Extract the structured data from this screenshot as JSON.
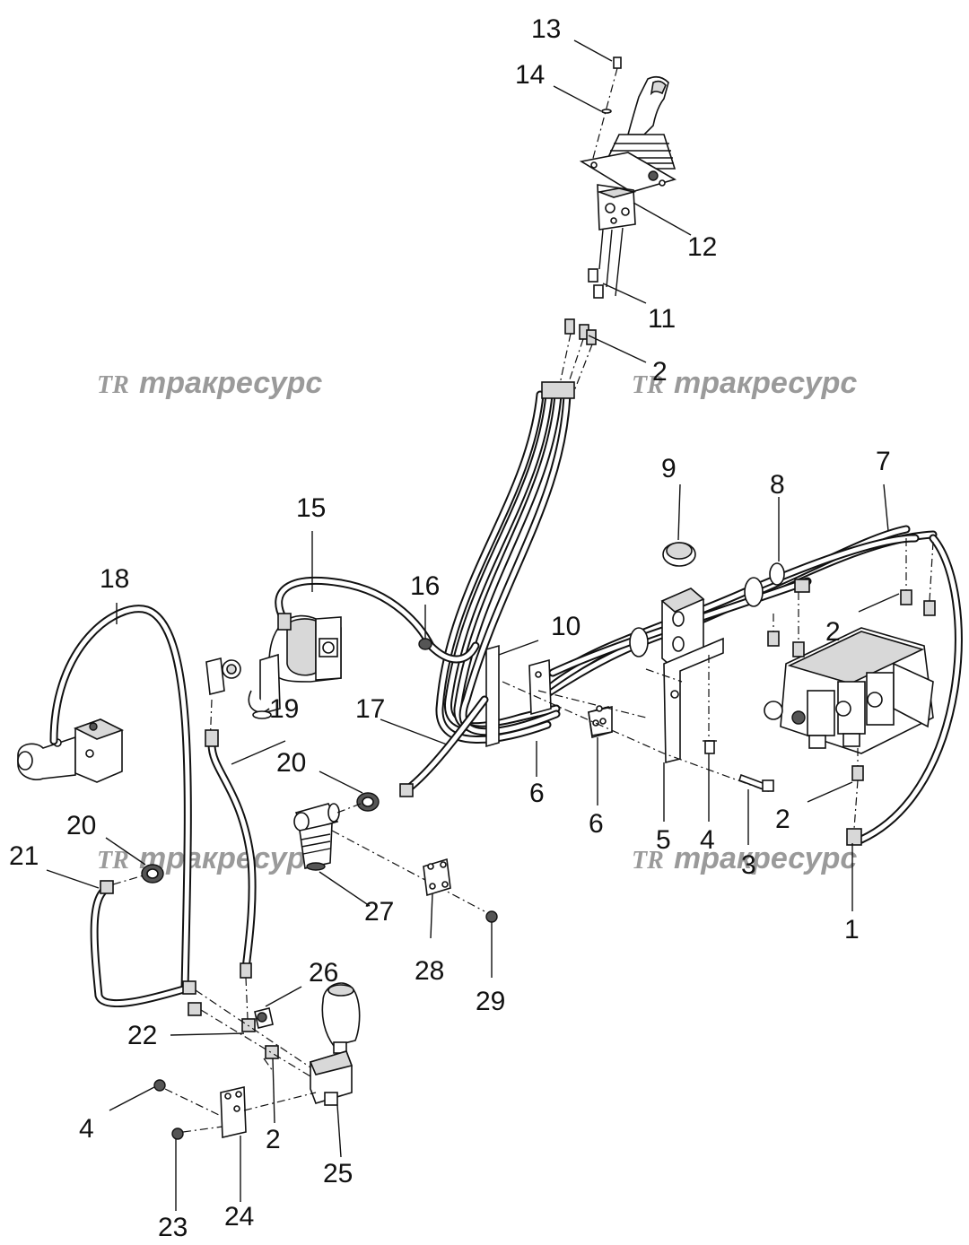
{
  "watermark": {
    "logo_text": "TR",
    "text": "тракресурс"
  },
  "callouts": [
    {
      "id": "c13",
      "text": "13"
    },
    {
      "id": "c14",
      "text": "14"
    },
    {
      "id": "c12",
      "text": "12"
    },
    {
      "id": "c11",
      "text": "11"
    },
    {
      "id": "c2a",
      "text": "2"
    },
    {
      "id": "c9",
      "text": "9"
    },
    {
      "id": "c7",
      "text": "7"
    },
    {
      "id": "c8",
      "text": "8"
    },
    {
      "id": "c15",
      "text": "15"
    },
    {
      "id": "c18",
      "text": "18"
    },
    {
      "id": "c16",
      "text": "16"
    },
    {
      "id": "c10",
      "text": "10"
    },
    {
      "id": "c2b",
      "text": "2"
    },
    {
      "id": "c19",
      "text": "19"
    },
    {
      "id": "c17",
      "text": "17"
    },
    {
      "id": "c20a",
      "text": "20"
    },
    {
      "id": "c6a",
      "text": "6"
    },
    {
      "id": "c6b",
      "text": "6"
    },
    {
      "id": "c2c",
      "text": "2"
    },
    {
      "id": "c20b",
      "text": "20"
    },
    {
      "id": "c5",
      "text": "5"
    },
    {
      "id": "c4a",
      "text": "4"
    },
    {
      "id": "c3",
      "text": "3"
    },
    {
      "id": "c21",
      "text": "21"
    },
    {
      "id": "c1",
      "text": "1"
    },
    {
      "id": "c27",
      "text": "27"
    },
    {
      "id": "c28",
      "text": "28"
    },
    {
      "id": "c26",
      "text": "26"
    },
    {
      "id": "c29",
      "text": "29"
    },
    {
      "id": "c22",
      "text": "22"
    },
    {
      "id": "c4b",
      "text": "4"
    },
    {
      "id": "c2d",
      "text": "2"
    },
    {
      "id": "c25",
      "text": "25"
    },
    {
      "id": "c23",
      "text": "23"
    },
    {
      "id": "c24",
      "text": "24"
    }
  ]
}
